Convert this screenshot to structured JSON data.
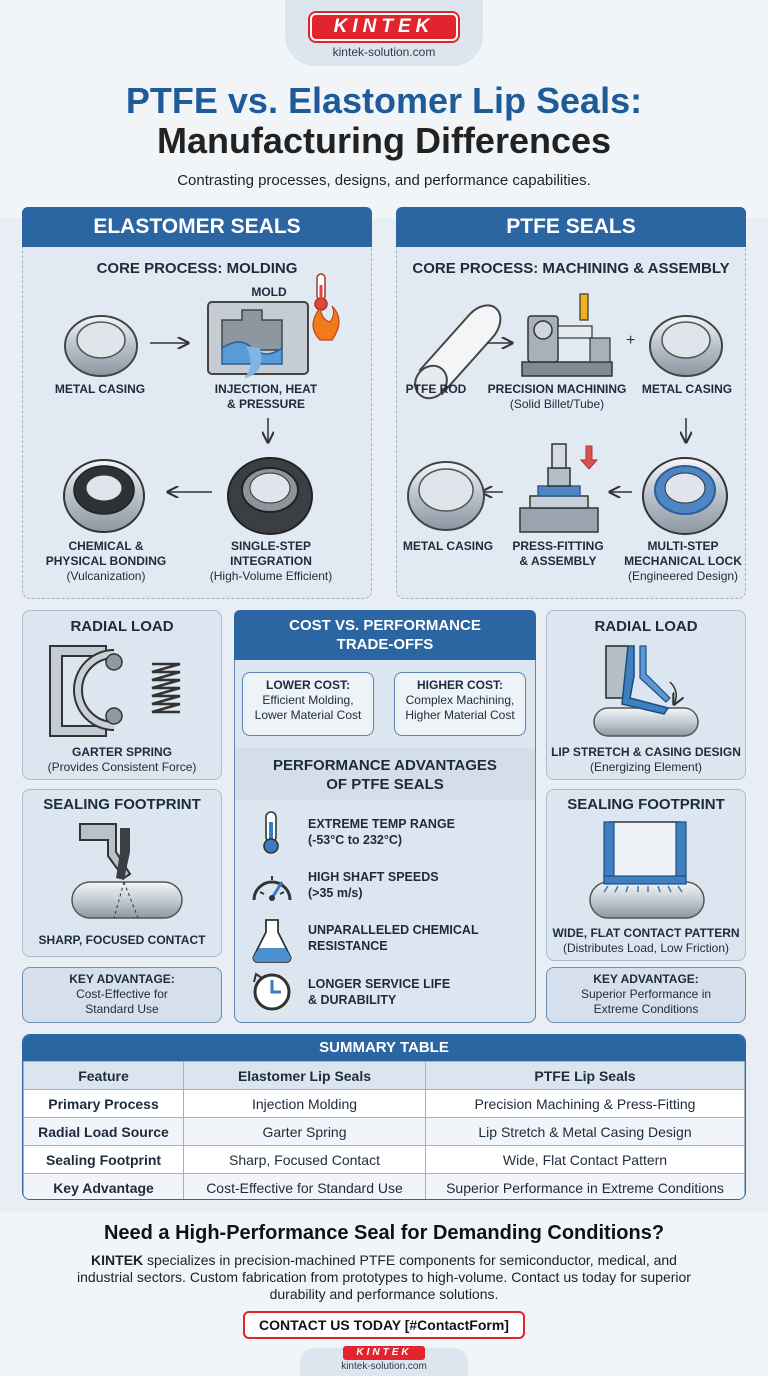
{
  "header": {
    "logo": "KINTEK",
    "site": "kintek-solution.com",
    "title_line1": "PTFE vs. Elastomer Lip Seals:",
    "title_line2": "Manufacturing Differences",
    "subtitle": "Contrasting processes, designs, and performance capabilities."
  },
  "elastomer": {
    "banner": "ELASTOMER SEALS",
    "process_title": "CORE PROCESS: MOLDING",
    "mold_label": "MOLD",
    "steps": {
      "metal_casing": "METAL CASING",
      "injection": "INJECTION, HEAT",
      "injection_2": "& PRESSURE",
      "integration": "SINGLE-STEP",
      "integration_2": "INTEGRATION",
      "integration_sub": "(High-Volume Efficient)",
      "bonding": "CHEMICAL &",
      "bonding_2": "PHYSICAL BONDING",
      "bonding_sub": "(Vulcanization)"
    },
    "radial_title": "RADIAL LOAD",
    "radial_label": "GARTER SPRING",
    "radial_sub": "(Provides Consistent Force)",
    "footprint_title": "SEALING FOOTPRINT",
    "footprint_label": "SHARP, FOCUSED CONTACT",
    "adv_title": "KEY ADVANTAGE:",
    "adv_line1": "Cost-Effective for",
    "adv_line2": "Standard Use"
  },
  "ptfe": {
    "banner": "PTFE SEALS",
    "process_title": "CORE PROCESS: MACHINING & ASSEMBLY",
    "steps": {
      "rod": "PTFE ROD",
      "machining": "PRECISION MACHINING",
      "machining_sub": "(Solid Billet/Tube)",
      "casing_top": "METAL CASING",
      "lock": "MULTI-STEP",
      "lock_2": "MECHANICAL LOCK",
      "lock_sub": "(Engineered Design)",
      "press": "PRESS-FITTING",
      "press_2": "& ASSEMBLY",
      "casing_bottom": "METAL CASING"
    },
    "plus": "+",
    "radial_title": "RADIAL LOAD",
    "radial_label": "LIP STRETCH & CASING DESIGN",
    "radial_sub": "(Energizing Element)",
    "footprint_title": "SEALING FOOTPRINT",
    "footprint_label": "WIDE, FLAT CONTACT PATTERN",
    "footprint_sub": "(Distributes Load, Low Friction)",
    "adv_title": "KEY ADVANTAGE:",
    "adv_line1": "Superior Performance in",
    "adv_line2": "Extreme Conditions"
  },
  "center": {
    "cost_title_1": "COST VS. PERFORMANCE",
    "cost_title_2": "TRADE-OFFS",
    "lower_title": "LOWER COST:",
    "lower_1": "Efficient Molding,",
    "lower_2": "Lower Material Cost",
    "higher_title": "HIGHER COST:",
    "higher_1": "Complex Machining,",
    "higher_2": "Higher Material Cost",
    "perf_title_1": "PERFORMANCE ADVANTAGES",
    "perf_title_2": "OF PTFE SEALS",
    "perf": [
      {
        "icon": "thermometer-icon",
        "l1": "EXTREME TEMP RANGE",
        "l2": "(-53°C to 232°C)"
      },
      {
        "icon": "speedometer-icon",
        "l1": "HIGH SHAFT SPEEDS",
        "l2": "(>35 m/s)"
      },
      {
        "icon": "flask-icon",
        "l1": "UNPARALLELED CHEMICAL",
        "l2": "RESISTANCE"
      },
      {
        "icon": "clock-icon",
        "l1": "LONGER SERVICE LIFE",
        "l2": "& DURABILITY"
      }
    ]
  },
  "table": {
    "title": "SUMMARY TABLE",
    "headers": [
      "Feature",
      "Elastomer Lip Seals",
      "PTFE Lip Seals"
    ],
    "rows": [
      [
        "Primary Process",
        "Injection Molding",
        "Precision Machining & Press-Fitting"
      ],
      [
        "Radial Load Source",
        "Garter Spring",
        "Lip Stretch & Metal Casing Design"
      ],
      [
        "Sealing Footprint",
        "Sharp, Focused Contact",
        "Wide, Flat Contact Pattern"
      ],
      [
        "Key Advantage",
        "Cost-Effective for Standard Use",
        "Superior Performance in Extreme Conditions"
      ]
    ]
  },
  "footer": {
    "cta_title": "Need a High-Performance Seal for Demanding Conditions?",
    "cta_brand": "KINTEK",
    "cta_body": " specializes in precision-machined PTFE components for semiconductor, medical, and industrial sectors. Custom fabrication from prototypes to high-volume. Contact us today for superior durability and performance solutions.",
    "cta_button": "CONTACT US TODAY [#ContactForm]",
    "logo": "KINTEK",
    "site": "kintek-solution.com"
  },
  "colors": {
    "brand_red": "#e3232d",
    "primary_blue": "#2b66a3",
    "panel_bg": "#dce6f0"
  }
}
